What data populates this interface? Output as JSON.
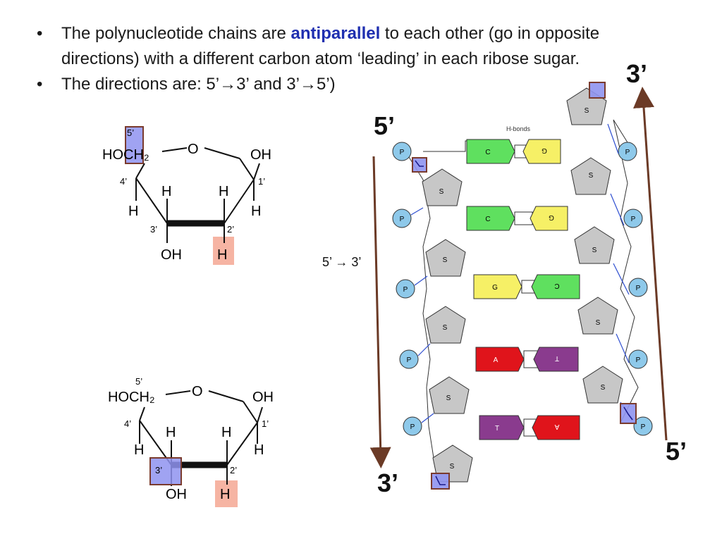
{
  "bullets": [
    {
      "dot": "•",
      "pre": "The polynucleotide chains are ",
      "highlight": "antiparallel",
      "post": " to each other (go in opposite directions) with a different carbon atom ‘leading’ in each ribose sugar."
    },
    {
      "dot": "•",
      "pre": "The directions are: 5’",
      "arrow1": "→",
      "mid": "3’ and 3’",
      "arrow2": "→",
      "post": "5’)"
    }
  ],
  "labels": {
    "top_right_3": "3’",
    "top_left_5": "5’",
    "bottom_left_3": "3’",
    "bottom_right_5": "5’",
    "middle_direction": "5’ → 3’",
    "hbonds": "H-bonds"
  },
  "ribose": {
    "hoch2": "HOCH₂",
    "o": "O",
    "oh_right": "OH",
    "h": "H",
    "oh_bottom": "OH",
    "p5": "5’",
    "p4": "4’",
    "p3": "3’",
    "p2": "2’",
    "p1": "1’"
  },
  "strand": {
    "phosphate": "P",
    "sugar": "S",
    "left_bases": [
      "C",
      "C",
      "G",
      "A",
      "T"
    ],
    "right_bases": [
      "G",
      "G",
      "C",
      "T",
      "A"
    ]
  },
  "colors": {
    "highlight_text": "#1f2fb0",
    "box_blue": "#8f93f0",
    "box_border": "#7a3b2e",
    "box_pink": "#f6b4a3",
    "arrow": "#6b3a26",
    "phosphate": "#8ec9ea",
    "sugar": "#c7c7c7",
    "base_C": "#5fe05f",
    "base_G": "#f6f066",
    "base_A": "#e0141b",
    "base_T": "#8a3b8e"
  }
}
